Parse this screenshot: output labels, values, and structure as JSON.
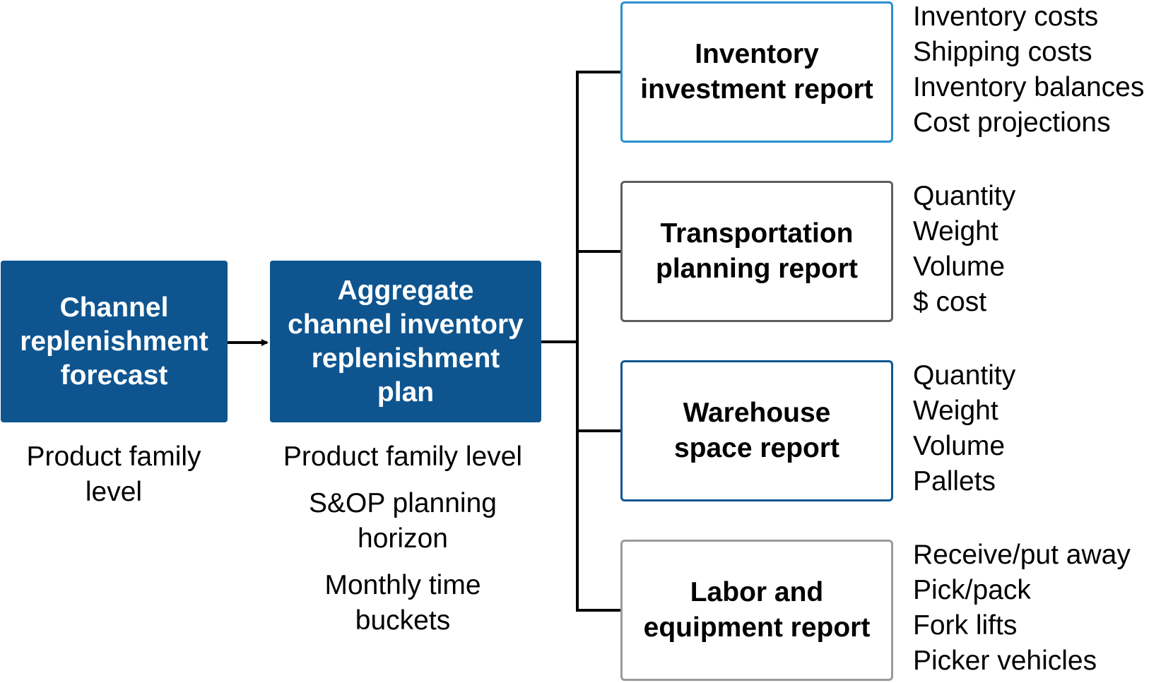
{
  "left_boxes": [
    {
      "title": "Channel\nreplenishment\nforecast",
      "notes": [
        "Product family\nlevel"
      ]
    },
    {
      "title": "Aggregate\nchannel inventory\nreplenishment\nplan",
      "notes": [
        "Product family level",
        "S&OP planning\nhorizon",
        "Monthly time\nbuckets"
      ]
    }
  ],
  "reports": [
    {
      "title": "Inventory\ninvestment report",
      "border_color": "#2a8fcf",
      "items": [
        "Inventory costs",
        "Shipping costs",
        "Inventory balances",
        "Cost projections"
      ]
    },
    {
      "title": "Transportation\nplanning report",
      "border_color": "#5e5e5e",
      "items": [
        "Quantity",
        "Weight",
        "Volume",
        "$ cost"
      ]
    },
    {
      "title": "Warehouse\nspace report",
      "border_color": "#0e5590",
      "items": [
        "Quantity",
        "Weight",
        "Volume",
        "Pallets"
      ]
    },
    {
      "title": "Labor and\nequipment report",
      "border_color": "#9a9a9a",
      "items": [
        "Receive/put away",
        "Pick/pack",
        "Fork lifts",
        "Picker vehicles"
      ]
    }
  ],
  "colors": {
    "box_fill": "#0e5590",
    "connector": "#000000"
  }
}
